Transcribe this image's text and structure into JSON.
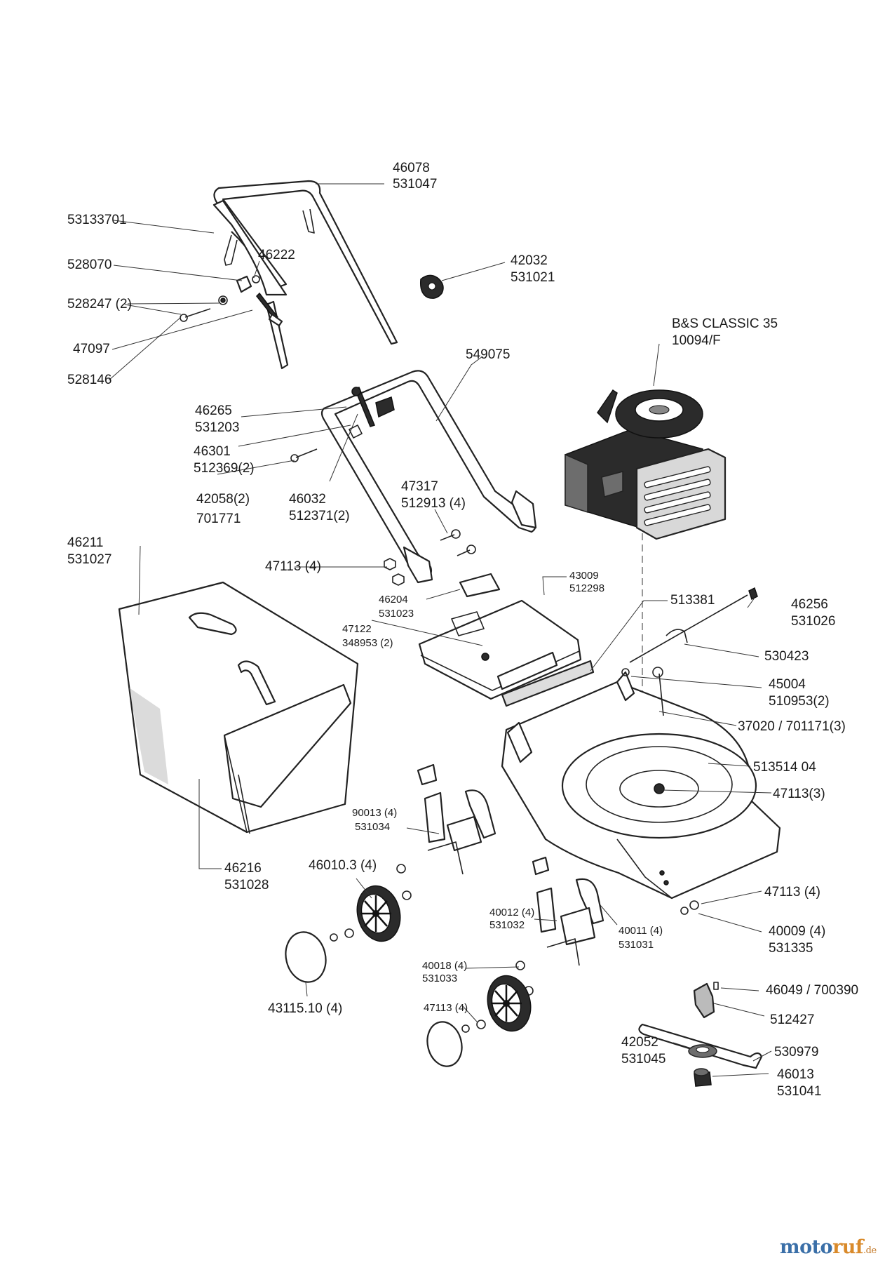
{
  "engine": {
    "model": "B&S CLASSIC 35",
    "code": "10094/F"
  },
  "labels": {
    "l46078": "46078",
    "l531047": "531047",
    "l53133701": "53133701",
    "l46222": "46222",
    "l528070": "528070",
    "l528247": "528247 (2)",
    "l47097": "47097",
    "l528146": "528146",
    "l42032": "42032",
    "l531021": "531021",
    "l549075": "549075",
    "l46265": "46265",
    "l531203": "531203",
    "l46301": "46301",
    "l512369": "512369(2)",
    "l42058": "42058(2)",
    "l701771": "701771",
    "l46032": "46032",
    "l512371": "512371(2)",
    "l47317": "47317",
    "l512913": "512913 (4)",
    "l46211": "46211",
    "l531027": "531027",
    "l47113a": "47113 (4)",
    "l43009": "43009",
    "l512298": "512298",
    "l46204": "46204",
    "l531023": "531023",
    "l513381": "513381",
    "l46256": "46256",
    "l531026": "531026",
    "l47122": "47122",
    "l348953": "348953 (2)",
    "l530423": "530423",
    "l45004": "45004",
    "l510953": "510953(2)",
    "l37020": "37020 / 701171(3)",
    "l513514": "513514 04",
    "l47113b": "47113(3)",
    "l90013": "90013 (4)",
    "l531034": "531034",
    "l46216": "46216",
    "l531028": "531028",
    "l46010": "46010.3 (4)",
    "l47113c": "47113 (4)",
    "l40012": "40012 (4)",
    "l531032": "531032",
    "l40011": "40011 (4)",
    "l531031": "531031",
    "l40009": "40009 (4)",
    "l531335": "531335",
    "l40018": "40018 (4)",
    "l531033": "531033",
    "l43115": "43115.10 (4)",
    "l46049": "46049 / 700390",
    "l512427": "512427",
    "l47113d": "47113 (4)",
    "l42052": "42052",
    "l531045": "531045",
    "l530979": "530979",
    "l46013": "46013",
    "l531041": "531041"
  },
  "watermark": {
    "main": "motoruf",
    "main_a": "moto",
    "main_b": "ruf",
    "tld": ".de"
  }
}
